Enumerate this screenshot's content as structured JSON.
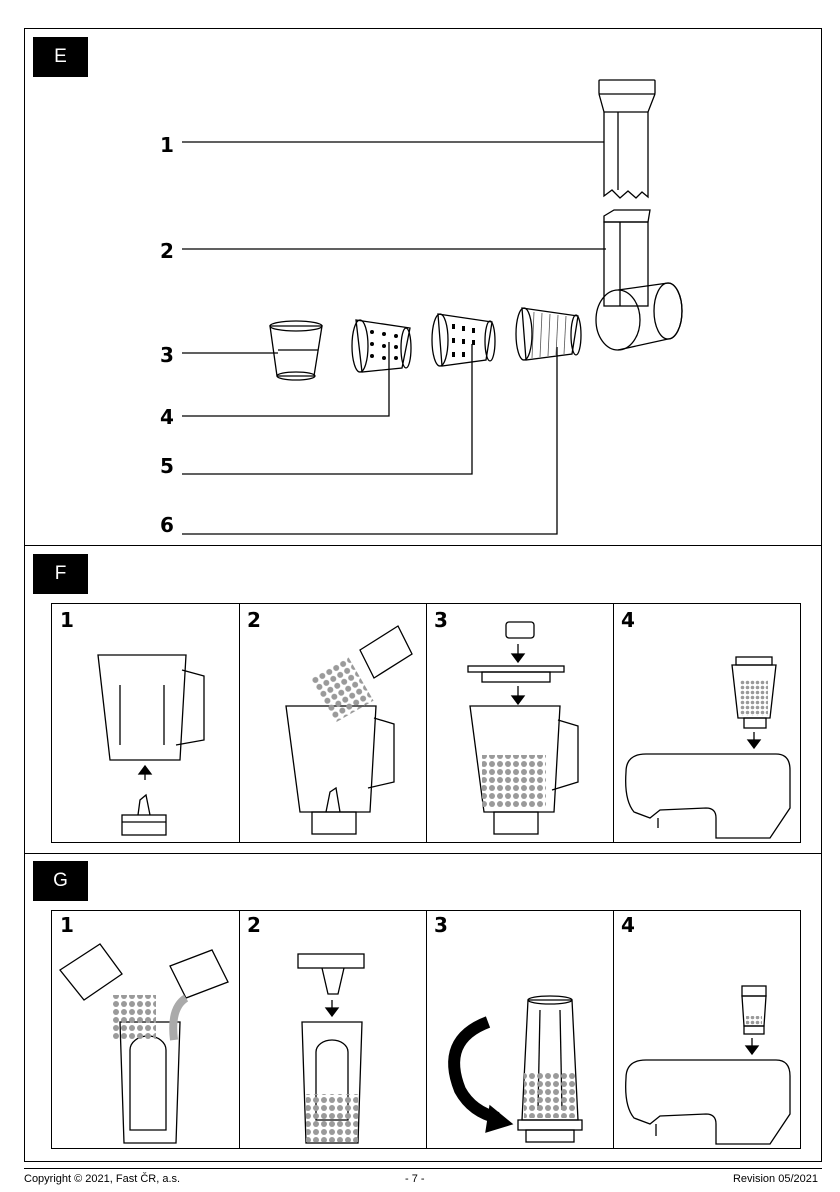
{
  "sections": {
    "e": {
      "label": "E",
      "callouts": [
        "1",
        "2",
        "3",
        "4",
        "5",
        "6"
      ]
    },
    "f": {
      "label": "F",
      "steps": [
        "1",
        "2",
        "3",
        "4"
      ]
    },
    "g": {
      "label": "G",
      "steps": [
        "1",
        "2",
        "3",
        "4"
      ]
    }
  },
  "footer": {
    "copyright": "Copyright © 2021, Fast ČR, a.s.",
    "page": "- 7 -",
    "revision": "Revision 05/2021"
  }
}
